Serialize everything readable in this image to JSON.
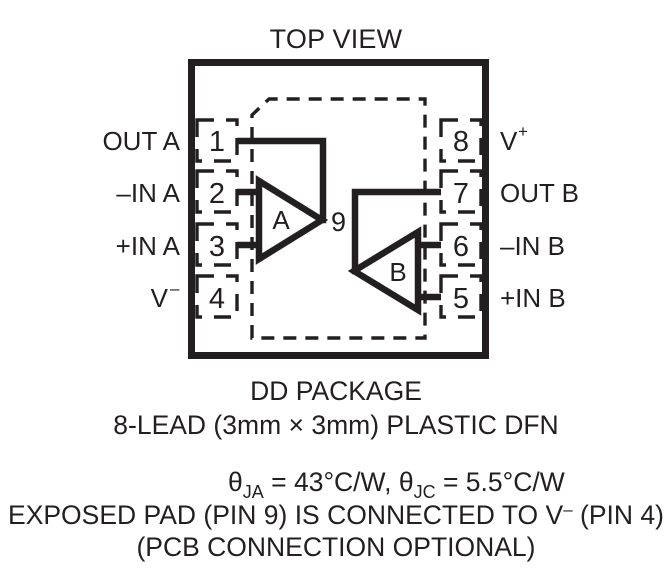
{
  "diagram": {
    "title": "TOP VIEW",
    "amplifier_a_label": "A",
    "amplifier_b_label": "B",
    "exposed_pad_number": "9",
    "ink_color": "#231f20",
    "background_color": "#ffffff"
  },
  "pins": {
    "left": [
      {
        "number": "1",
        "label": "OUT A",
        "sup": ""
      },
      {
        "number": "2",
        "label": "–IN A",
        "sup": ""
      },
      {
        "number": "3",
        "label": "+IN A",
        "sup": ""
      },
      {
        "number": "4",
        "label": "V",
        "sup": "–"
      }
    ],
    "right": [
      {
        "number": "8",
        "label": "V",
        "sup": "+"
      },
      {
        "number": "7",
        "label": "OUT B",
        "sup": ""
      },
      {
        "number": "6",
        "label": "–IN B",
        "sup": ""
      },
      {
        "number": "5",
        "label": "+IN B",
        "sup": ""
      }
    ]
  },
  "caption": {
    "package_name": "DD PACKAGE",
    "package_desc": "8-LEAD (3mm × 3mm) PLASTIC DFN",
    "thermal": {
      "theta_symbol_1": "θ",
      "theta_sub_1": "JA",
      "theta_value_1": " = 43°C/W, ",
      "theta_symbol_2": "θ",
      "theta_sub_2": "JC",
      "theta_value_2": " = 5.5°C/W",
      "full_text": "θJA = 43°C/W, θJC = 5.5°C/W"
    },
    "exposed_pad_note_part1": "EXPOSED PAD (PIN 9) IS CONNECTED TO V",
    "exposed_pad_note_sup": "–",
    "exposed_pad_note_part2": " (PIN 4)",
    "pcb_note": "(PCB CONNECTION OPTIONAL)"
  }
}
